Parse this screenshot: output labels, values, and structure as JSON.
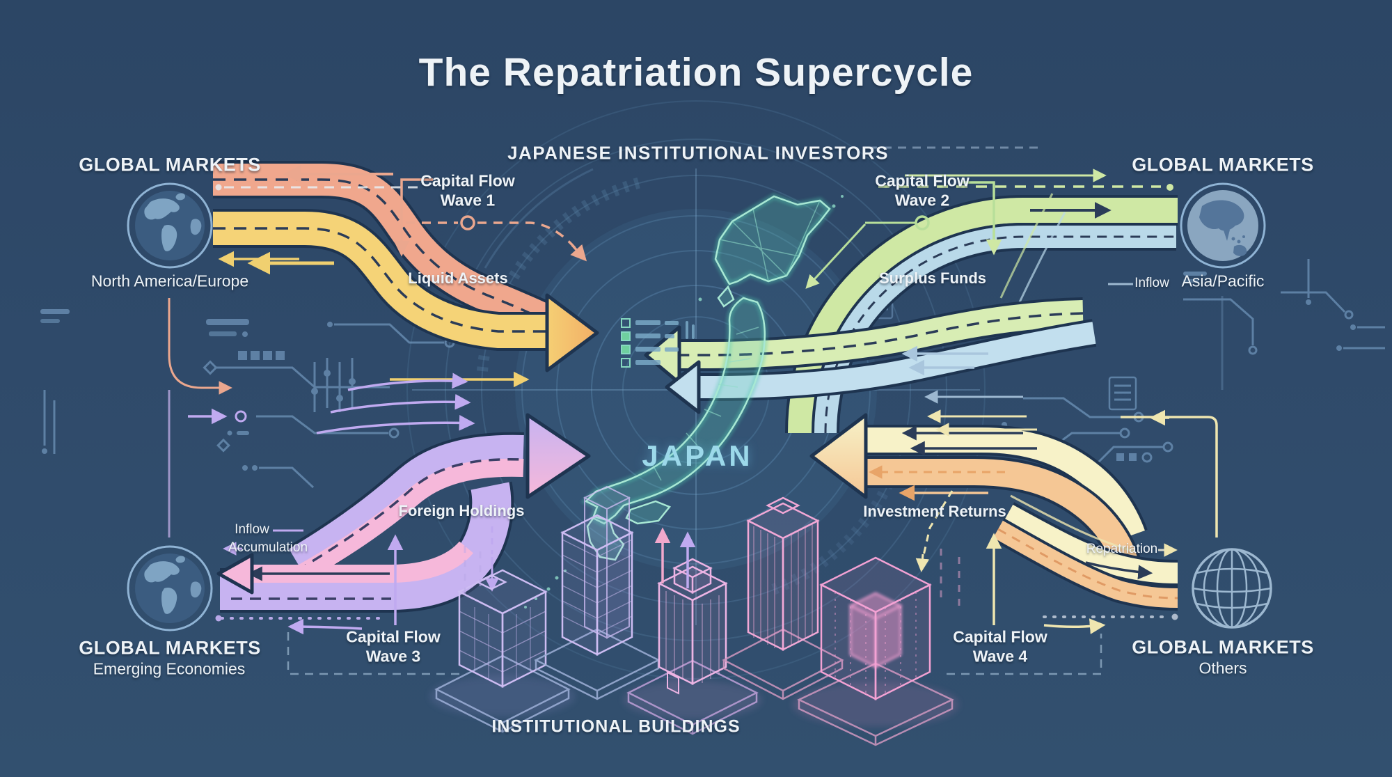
{
  "title": "The Repatriation Supercycle",
  "center": {
    "investors_label": "JAPANESE INSTITUTIONAL INVESTORS",
    "country_label": "JAPAN",
    "buildings_label": "INSTITUTIONAL BUILDINGS"
  },
  "markets": {
    "top_left": {
      "heading": "GLOBAL MARKETS",
      "region": "North America/Europe"
    },
    "top_right": {
      "heading": "GLOBAL MARKETS",
      "region": "Asia/Pacific"
    },
    "bottom_left": {
      "heading": "GLOBAL MARKETS",
      "region": "Emerging Economies"
    },
    "bottom_right": {
      "heading": "GLOBAL MARKETS",
      "region": "Others"
    }
  },
  "flows": {
    "wave1": {
      "line1": "Capital Flow",
      "line2": "Wave 1",
      "sublabel": "Liquid Assets"
    },
    "wave2": {
      "line1": "Capital Flow",
      "line2": "Wave 2",
      "sublabel": "Surplus Funds",
      "tag": "Inflow"
    },
    "wave3": {
      "line1": "Capital Flow",
      "line2": "Wave 3",
      "sublabel": "Foreign Holdings",
      "tag_inflow": "Inflow",
      "tag_accumulation": "Accumulation"
    },
    "wave4": {
      "line1": "Capital Flow",
      "line2": "Wave 4",
      "sublabel": "Investment Returns",
      "tag": "Repatriation"
    }
  },
  "colors": {
    "background": "#2e4a6a",
    "wave1_salmon": "#f0a78d",
    "wave1_yellow": "#f5d377",
    "wave2_green": "#cfe8a4",
    "wave2_blue": "#b9d9e9",
    "wave3_lavender": "#c7b3f1",
    "wave3_pink": "#f6b8da",
    "wave4_cream": "#f7f2c8",
    "wave4_peach": "#f5c795",
    "map_teal": "#7fd8c4",
    "circuit_blue": "#6e93b8",
    "text": "#eef3f7"
  }
}
